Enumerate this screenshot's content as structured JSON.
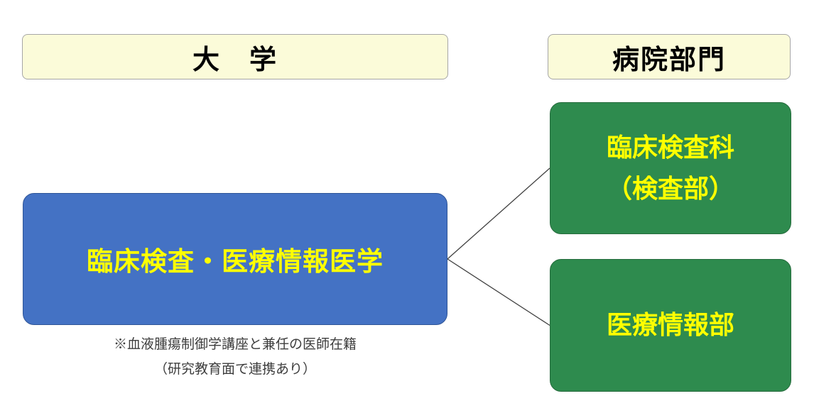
{
  "headers": {
    "university": "大　学",
    "hospital": "病院部門"
  },
  "nodes": {
    "university": {
      "label": "臨床検査・医療情報医学"
    },
    "hospital": [
      {
        "lines": [
          "臨床検査科",
          "（検査部）"
        ]
      },
      {
        "lines": [
          "医療情報部"
        ]
      }
    ]
  },
  "footnote": {
    "line1": "※血液腫瘍制御学講座と兼任の医師在籍",
    "line2": "（研究教育面で連携あり）"
  },
  "edges": [
    {
      "from": "university-node",
      "to": "hospital-node-1"
    },
    {
      "from": "university-node",
      "to": "hospital-node-2"
    }
  ],
  "colors": {
    "page_bg": "#FFFFFF",
    "header_bg": "#FBFBD9",
    "header_border": "#A6A6A6",
    "university_fill": "#4472C4",
    "university_border": "#2F5597",
    "hospital_fill": "#2E8B4E",
    "hospital_border": "#256B3C",
    "label_text": "#FFFF00",
    "heading_text": "#000000",
    "footnote_text": "#3D3D3D",
    "connector": "#404040"
  }
}
